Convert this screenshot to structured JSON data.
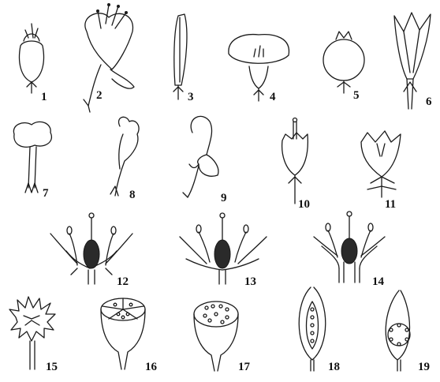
{
  "figure_labels": [
    "1",
    "2",
    "3",
    "4",
    "5",
    "6",
    "7",
    "8",
    "9",
    "10",
    "11",
    "12",
    "13",
    "14",
    "15",
    "16",
    "17",
    "18",
    "19"
  ],
  "colors": {
    "ink": "#1a1a1a",
    "background": "#ffffff"
  }
}
